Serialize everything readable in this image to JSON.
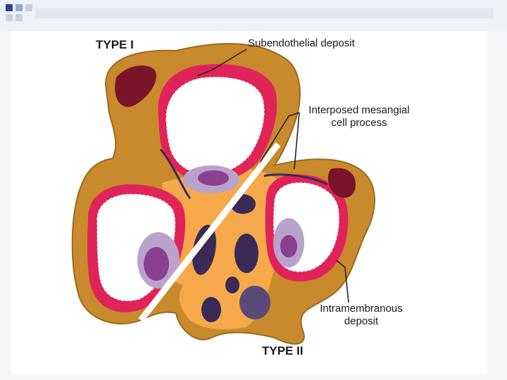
{
  "labels": {
    "type_one": "TYPE I",
    "type_two": "TYPE II",
    "subendothelial": "Subendothelial deposit",
    "interposed_line1": "Interposed mesangial",
    "interposed_line2": "cell process",
    "intramembranous_line1": "Intramembranous",
    "intramembranous_line2": "deposit"
  },
  "colors": {
    "capsule": "#c88a2c",
    "deposit": "#e0245a",
    "lumen": "#ffffff",
    "cell": "#b9a3cc",
    "nucleus": "#8a3f8f",
    "mesangium": "#f5a94a",
    "mesangial_cell": "#3b2a55",
    "podocyte": "#7a1428",
    "accent_blue": "#2f3f8f"
  }
}
